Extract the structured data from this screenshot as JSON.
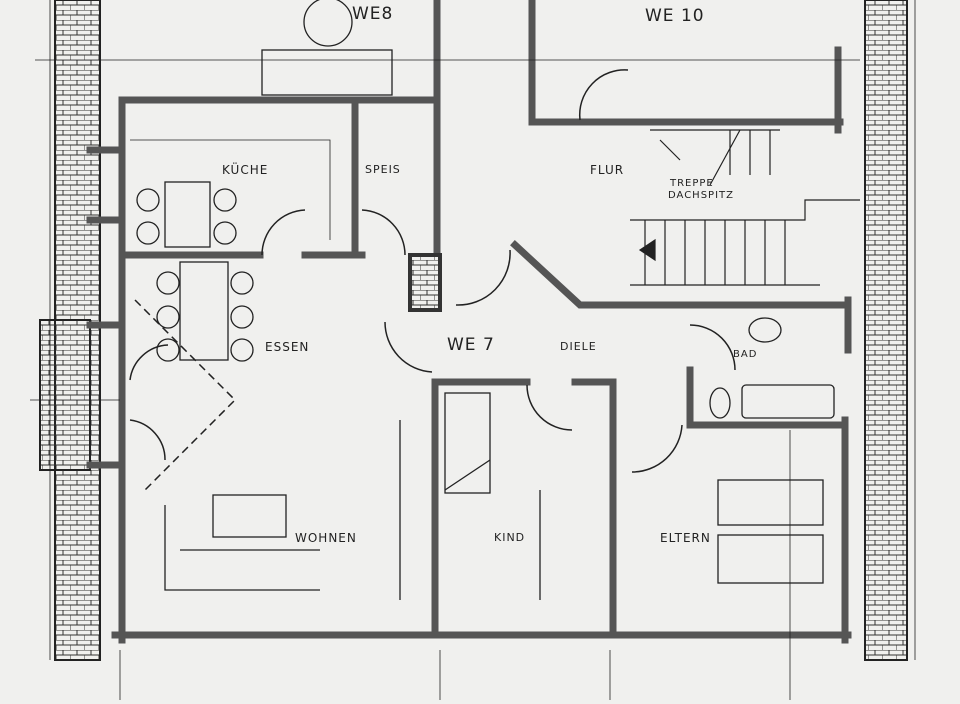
{
  "plan": {
    "rooms": {
      "we8": "WE8",
      "we10": "WE 10",
      "kueche": "KÜCHE",
      "speis": "SPEIS",
      "flur": "FLUR",
      "treppe_line1": "TREPPE",
      "treppe_line2": "DACHSPITZ",
      "essen": "ESSEN",
      "we7": "WE 7",
      "diele": "DIELE",
      "bad": "BAD",
      "wohnen": "WOHNEN",
      "kind": "KIND",
      "eltern": "ELTERN"
    },
    "colors": {
      "wall": "#555555",
      "line": "#222222",
      "paper": "#f0f0ee"
    }
  }
}
